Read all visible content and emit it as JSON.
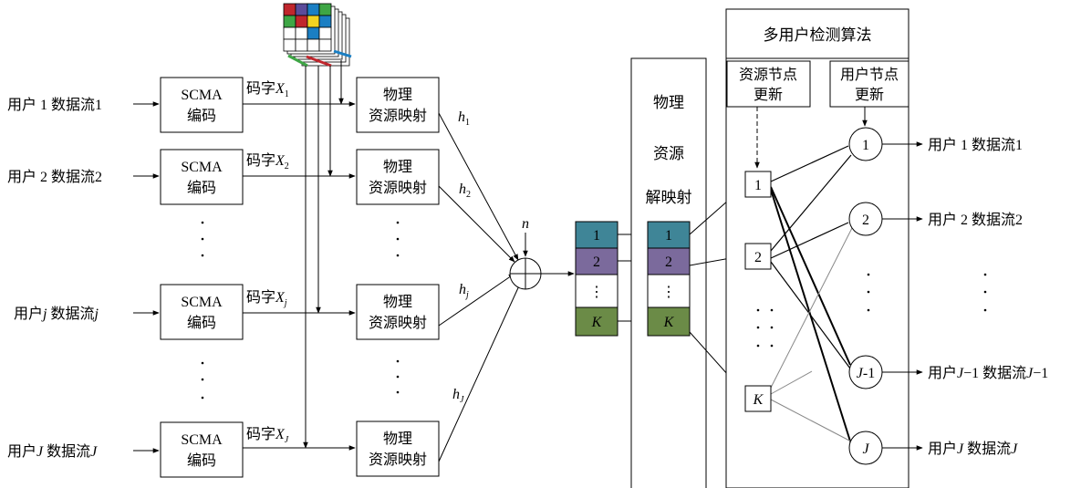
{
  "inputs": {
    "user1": "用户 1 数据流1",
    "user2": "用户 2 数据流2",
    "userj_pre": "用户",
    "userj_j": "j",
    "userj_mid": " 数据流",
    "userj_j2": "j",
    "userJ_pre": "用户",
    "userJ_J": "J",
    "userJ_mid": " 数据流",
    "userJ_J2": "J"
  },
  "encoder": {
    "line1": "SCMA",
    "line2": "编码"
  },
  "codeword": {
    "prefix": "码字",
    "X": "X",
    "sub1": "1",
    "sub2": "2",
    "subj": "j",
    "subJ": "J"
  },
  "mapper": {
    "line1": "物理",
    "line2": "资源映射"
  },
  "channel": {
    "h": "h",
    "sub1": "1",
    "sub2": "2",
    "subj": "j",
    "subJ": "J"
  },
  "noise": "n",
  "resources": {
    "r1": "1",
    "r2": "2",
    "rdots": "⋮",
    "rK": "K"
  },
  "demapper": {
    "line1": "物理",
    "line2": "资源",
    "line3": "解映射"
  },
  "mud": {
    "title": "多用户检测算法",
    "resource_update_1": "资源节点",
    "resource_update_2": "更新",
    "user_update_1": "用户节点",
    "user_update_2": "更新",
    "rnode1": "1",
    "rnode2": "2",
    "rnodeK": "K",
    "unode1": "1",
    "unode2": "2",
    "unodeJm1_J": "J",
    "unodeJm1_rest": "-1",
    "unodeJ": "J"
  },
  "outputs": {
    "user1": "用户 1 数据流1",
    "user2": "用户 2 数据流2",
    "userJm1_pre": "用户",
    "userJm1_J": "J",
    "userJm1_mid": "−1 数据流",
    "userJm1_J2": "J",
    "userJm1_post": "−1",
    "userJ_pre": "用户",
    "userJ_J": "J",
    "userJ_mid": " 数据流",
    "userJ_J2": "J"
  },
  "colors": {
    "teal": "#3f8597",
    "purple": "#7b6a9c",
    "green": "#6b8b47",
    "grid_red": "#c0262d",
    "grid_yellow": "#f2d321",
    "grid_blue": "#1b7fc3",
    "grid_green": "#3ea645",
    "grid_purple": "#5b4b9a"
  }
}
